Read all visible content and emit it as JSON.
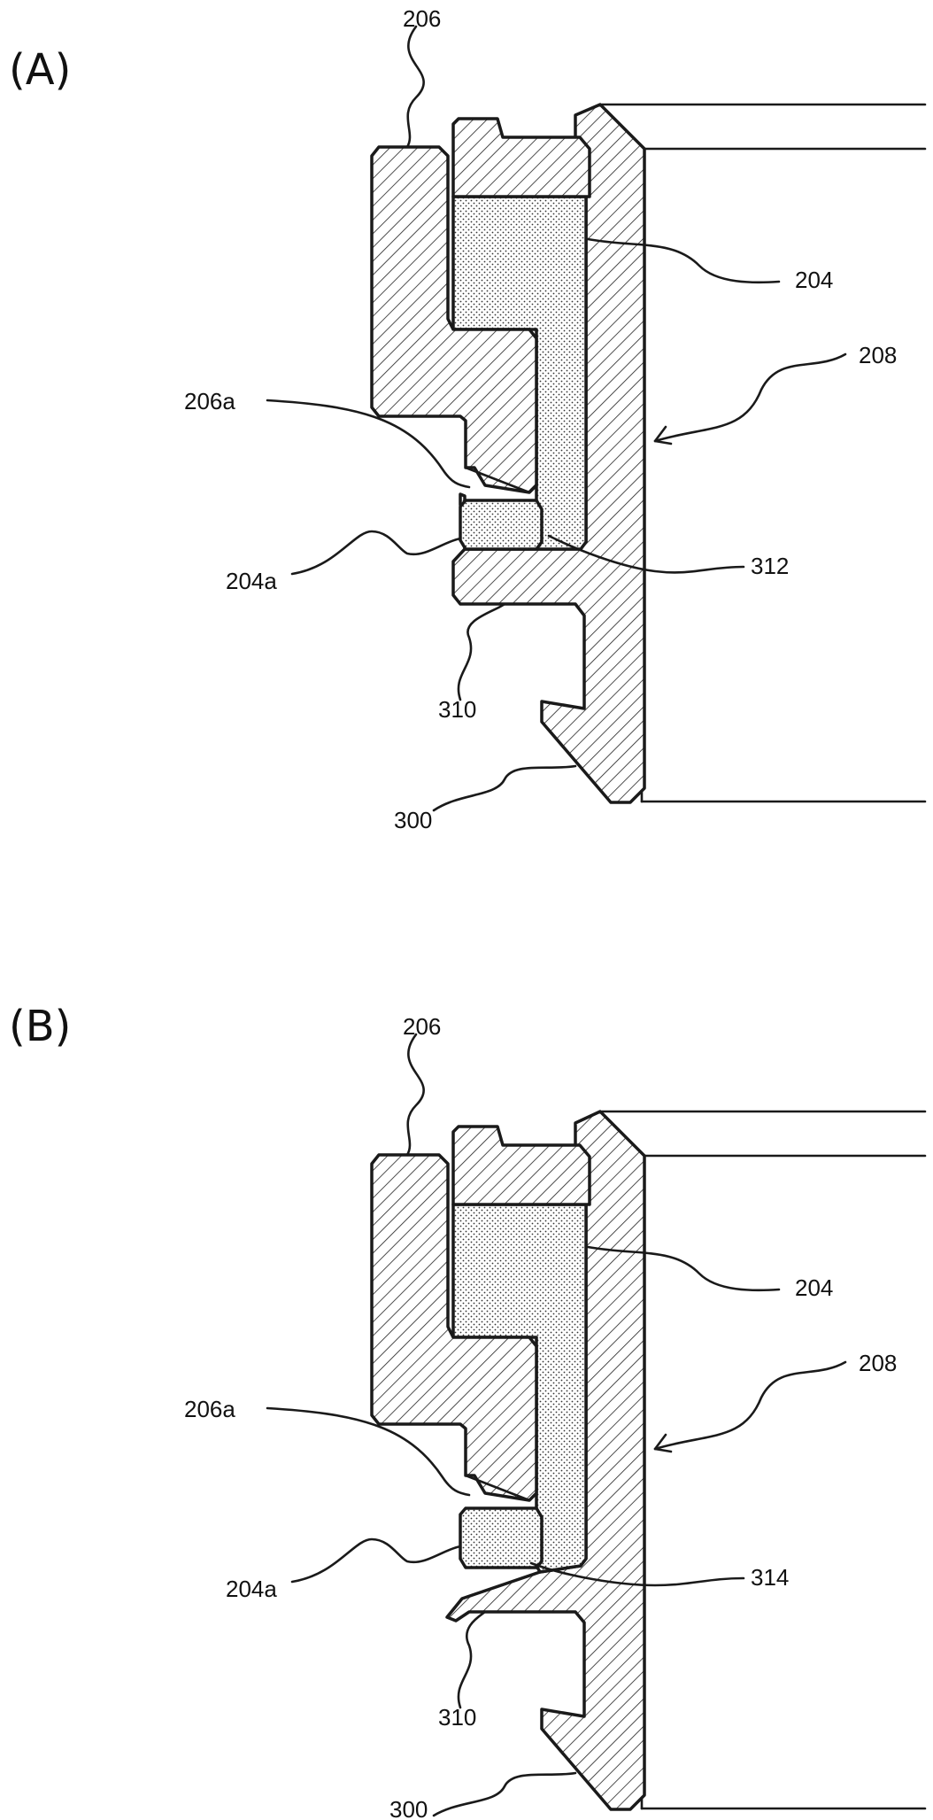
{
  "figure": {
    "panels": [
      {
        "id": "A",
        "label": "(A)",
        "refs": {
          "r206": "206",
          "r204": "204",
          "r208": "208",
          "r206a": "206a",
          "r204a": "204a",
          "r312": "312",
          "r310": "310",
          "r300": "300"
        }
      },
      {
        "id": "B",
        "label": "(B)",
        "refs": {
          "r206": "206",
          "r204": "204",
          "r208": "208",
          "r206a": "206a",
          "r204a": "204a",
          "r314": "314",
          "r310": "310",
          "r300": "300"
        }
      }
    ],
    "colors": {
      "stroke": "#1a1a1a",
      "hatch": "#222222",
      "dots": "#333333",
      "background": "#ffffff"
    }
  }
}
